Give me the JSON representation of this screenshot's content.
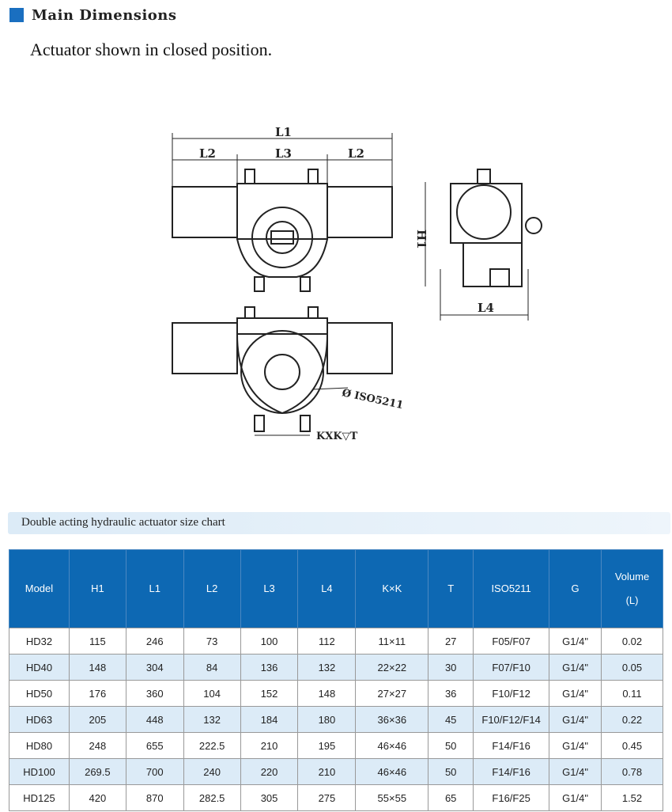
{
  "header": {
    "title": "Main Dimensions",
    "subtitle": "Actuator shown in closed position."
  },
  "drawing": {
    "l1": "L1",
    "l2_left": "L2",
    "l3": "L3",
    "l2_right": "L2",
    "h1": "H1",
    "l4": "L4",
    "iso": "Ø ISO5211",
    "kxk": "KXK▽T"
  },
  "chart_title": "Double acting hydraulic actuator size chart",
  "table": {
    "headers": [
      "Model",
      "H1",
      "L1",
      "L2",
      "L3",
      "L4",
      "K×K",
      "T",
      "ISO5211",
      "G",
      "Volume",
      "(L)"
    ],
    "rows": [
      [
        "HD32",
        "115",
        "246",
        "73",
        "100",
        "112",
        "11×11",
        "27",
        "F05/F07",
        "G1/4\"",
        "0.02"
      ],
      [
        "HD40",
        "148",
        "304",
        "84",
        "136",
        "132",
        "22×22",
        "30",
        "F07/F10",
        "G1/4\"",
        "0.05"
      ],
      [
        "HD50",
        "176",
        "360",
        "104",
        "152",
        "148",
        "27×27",
        "36",
        "F10/F12",
        "G1/4\"",
        "0.11"
      ],
      [
        "HD63",
        "205",
        "448",
        "132",
        "184",
        "180",
        "36×36",
        "45",
        "F10/F12/F14",
        "G1/4\"",
        "0.22"
      ],
      [
        "HD80",
        "248",
        "655",
        "222.5",
        "210",
        "195",
        "46×46",
        "50",
        "F14/F16",
        "G1/4\"",
        "0.45"
      ],
      [
        "HD100",
        "269.5",
        "700",
        "240",
        "220",
        "210",
        "46×46",
        "50",
        "F14/F16",
        "G1/4\"",
        "0.78"
      ],
      [
        "HD125",
        "420",
        "870",
        "282.5",
        "305",
        "275",
        "55×55",
        "65",
        "F16/F25",
        "G1/4\"",
        "1.52"
      ]
    ]
  }
}
